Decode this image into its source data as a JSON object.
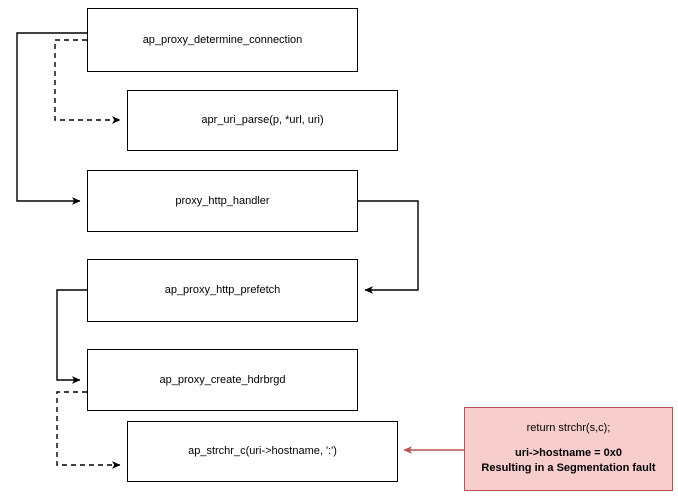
{
  "diagram": {
    "type": "flowchart",
    "title": "",
    "background": "#ffffff",
    "node_stroke": "#000000",
    "node_fill": "#ffffff",
    "note_fill": "#f8cecc",
    "note_stroke": "#b85450",
    "note_text_color": "#000000",
    "red_edge_color": "#b85450",
    "edge_color": "#000000",
    "nodes": [
      {
        "id": "determine_connection",
        "label": "ap_proxy_determine_connection"
      },
      {
        "id": "uri_parse",
        "label": "apr_uri_parse(p, *url, uri)"
      },
      {
        "id": "http_handler",
        "label": "proxy_http_handler"
      },
      {
        "id": "http_prefetch",
        "label": "ap_proxy_http_prefetch"
      },
      {
        "id": "create_hdrbrgd",
        "label": "ap_proxy_create_hdrbrgd"
      },
      {
        "id": "strchr_c",
        "label": "ap_strchr_c(uri->hostname, ':')"
      }
    ],
    "note": {
      "line1": "return strchr(s,c);",
      "line2": "uri->hostname = 0x0",
      "line3": "Resulting in a Segmentation fault"
    },
    "edges": [
      {
        "from": "determine_connection",
        "to": "uri_parse",
        "style": "dashed"
      },
      {
        "from": "determine_connection",
        "to": "http_handler",
        "style": "solid"
      },
      {
        "from": "http_handler",
        "to": "http_prefetch",
        "style": "solid"
      },
      {
        "from": "http_prefetch",
        "to": "create_hdrbrgd",
        "style": "solid"
      },
      {
        "from": "create_hdrbrgd",
        "to": "strchr_c",
        "style": "dashed"
      },
      {
        "from": "note",
        "to": "strchr_c",
        "style": "solid-red"
      }
    ]
  }
}
